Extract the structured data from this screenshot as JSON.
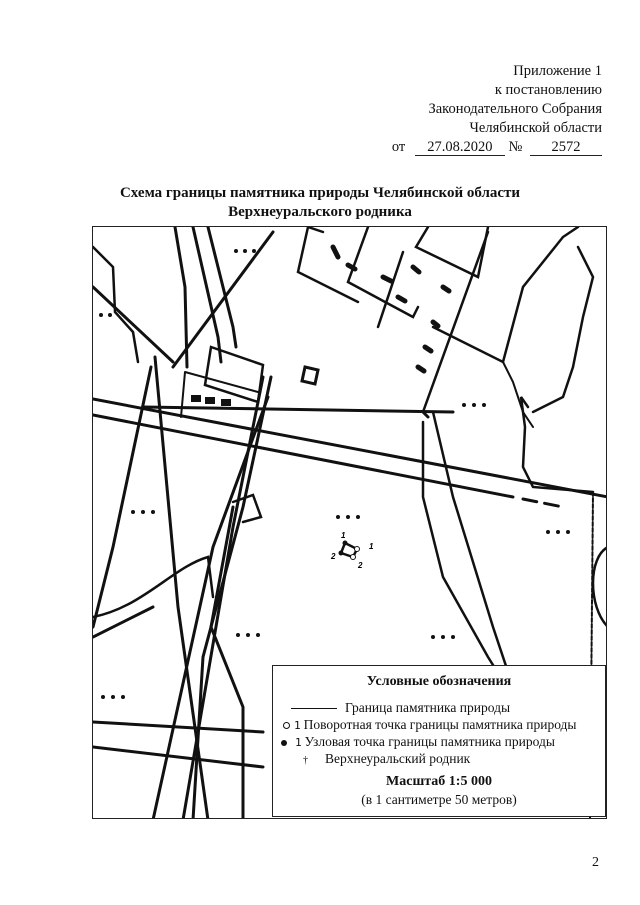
{
  "appendix": {
    "line1": "Приложение 1",
    "line2": "к постановлению",
    "line3": "Законодательного Собрания",
    "line4": "Челябинской области",
    "from_label": "от",
    "date": "27.08.2020",
    "number_label": "№",
    "number": "2572"
  },
  "title": {
    "line1": "Схема границы памятника природы Челябинской области",
    "line2": "Верхнеуральского родника"
  },
  "map": {
    "point_labels": [
      "1",
      "1",
      "2",
      "2"
    ]
  },
  "legend": {
    "heading": "Условные обозначения",
    "items": [
      {
        "symbol": "line",
        "label": "Граница памятника природы"
      },
      {
        "symbol": "open-circle",
        "number": "1",
        "label": "Поворотная точка границы памятника природы"
      },
      {
        "symbol": "filled-dot",
        "number": "1",
        "label": "Узловая точка границы памятника природы"
      },
      {
        "symbol": "spring",
        "label": "Верхнеуральский родник"
      }
    ],
    "scale_title": "Масштаб 1:5 000",
    "scale_note": "(в 1 сантиметре 50 метров)"
  },
  "page_number": "2"
}
